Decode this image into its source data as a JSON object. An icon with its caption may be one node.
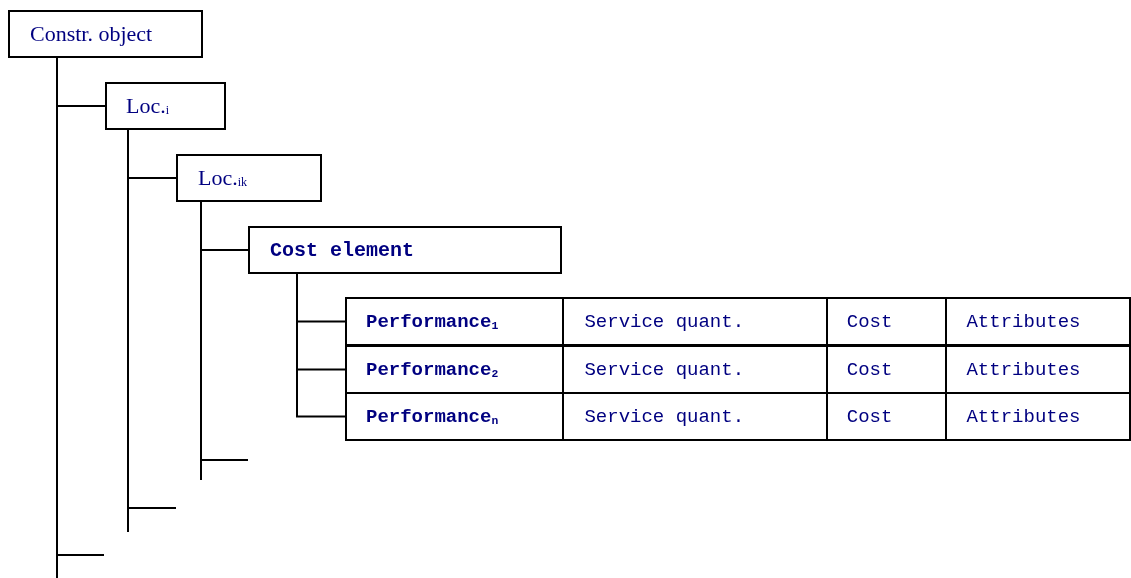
{
  "diagram": {
    "nodes": [
      {
        "text": [
          "Constr. object"
        ]
      },
      {
        "text": [
          "Loc.$_{i}$"
        ]
      },
      {
        "text": [
          "Loc.$_{ik}$"
        ]
      },
      {
        "text": [
          "Cost element"
        ]
      },
      {
        "text": [
          "Performance$_{1}$",
          "Service quant.",
          "Cost",
          "Attributes"
        ]
      },
      {
        "text": [
          "Performance$_{2}$",
          "Service quant.",
          "Cost",
          "Attributes"
        ]
      },
      {
        "text": [
          "Performance$_{n}$",
          "Service quant.",
          "Cost",
          "Attributes"
        ]
      }
    ],
    "edges": [
      {
        "from": 0,
        "to": 1,
        "arrow": "none"
      },
      {
        "from": 1,
        "to": 2,
        "arrow": "none"
      },
      {
        "from": 2,
        "to": 3,
        "arrow": "none"
      },
      {
        "from": 3,
        "to": 4,
        "arrow": "none"
      },
      {
        "from": 3,
        "to": 5,
        "arrow": "none"
      },
      {
        "from": 3,
        "to": 6,
        "arrow": "none"
      },
      {
        "from": 2,
        "to": null,
        "arrow": "none"
      },
      {
        "from": 1,
        "to": null,
        "arrow": "none"
      },
      {
        "from": 0,
        "to": null,
        "arrow": "none"
      }
    ]
  }
}
